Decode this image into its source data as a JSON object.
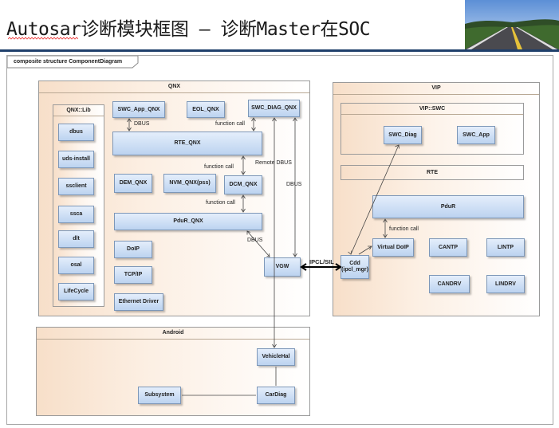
{
  "slide": {
    "title": "Autosar诊断模块框图 – 诊断Master在SOC",
    "photo_icon": "road-landscape-photo"
  },
  "diagram": {
    "tab_label": "composite structure ComponentDiagram",
    "qnx": {
      "title": "QNX",
      "lib": {
        "title": "QNX::Lib",
        "items": [
          "dbus",
          "uds-install",
          "ssclient",
          "ssca",
          "dlt",
          "osal",
          "LifeCycle"
        ]
      },
      "components": {
        "swc_app_qnx": "SWC_App_QNX",
        "eol_qnx": "EOL_QNX",
        "swc_diag_qnx": "SWC_DIAG_QNX",
        "rte_qnx": "RTE_QNX",
        "dem_qnx": "DEM_QNX",
        "nvm_qnx": "NVM_QNX(pss)",
        "dcm_qnx": "DCM_QNX",
        "pdur_qnx": "PduR_QNX",
        "doip": "DoIP",
        "tcpip": "TCP/IP",
        "eth_driver": "Ethernet Driver",
        "vgw": "VGW"
      }
    },
    "vip": {
      "title": "VIP",
      "swc_pkg": {
        "title": "VIP::SWC",
        "swc_diag": "SWC_Diag",
        "swc_app": "SWC_App"
      },
      "rte": "RTE",
      "components": {
        "pdur": "PduR",
        "virtual_doip": "Virtual DoIP",
        "cantp": "CANTP",
        "lintp": "LINTP",
        "candrv": "CANDRV",
        "lindrv": "LINDRV",
        "cdd": "Cdd\n(ipcl_mgr)"
      }
    },
    "android": {
      "title": "Android",
      "vehiclehal": "VehicleHal",
      "subsystem": "Subsystem",
      "cardiag": "CarDiag"
    },
    "connector_labels": {
      "dbus_1": "DBUS",
      "function_call_1": "function call",
      "function_call_2": "function call",
      "function_call_3": "function call",
      "remote_dbus": "Remote DBUS",
      "dbus_2": "DBUS",
      "dbus_3": "DBUS",
      "ipcl_sil": "IPCL/SIL",
      "function_call_vip": "function call"
    }
  }
}
